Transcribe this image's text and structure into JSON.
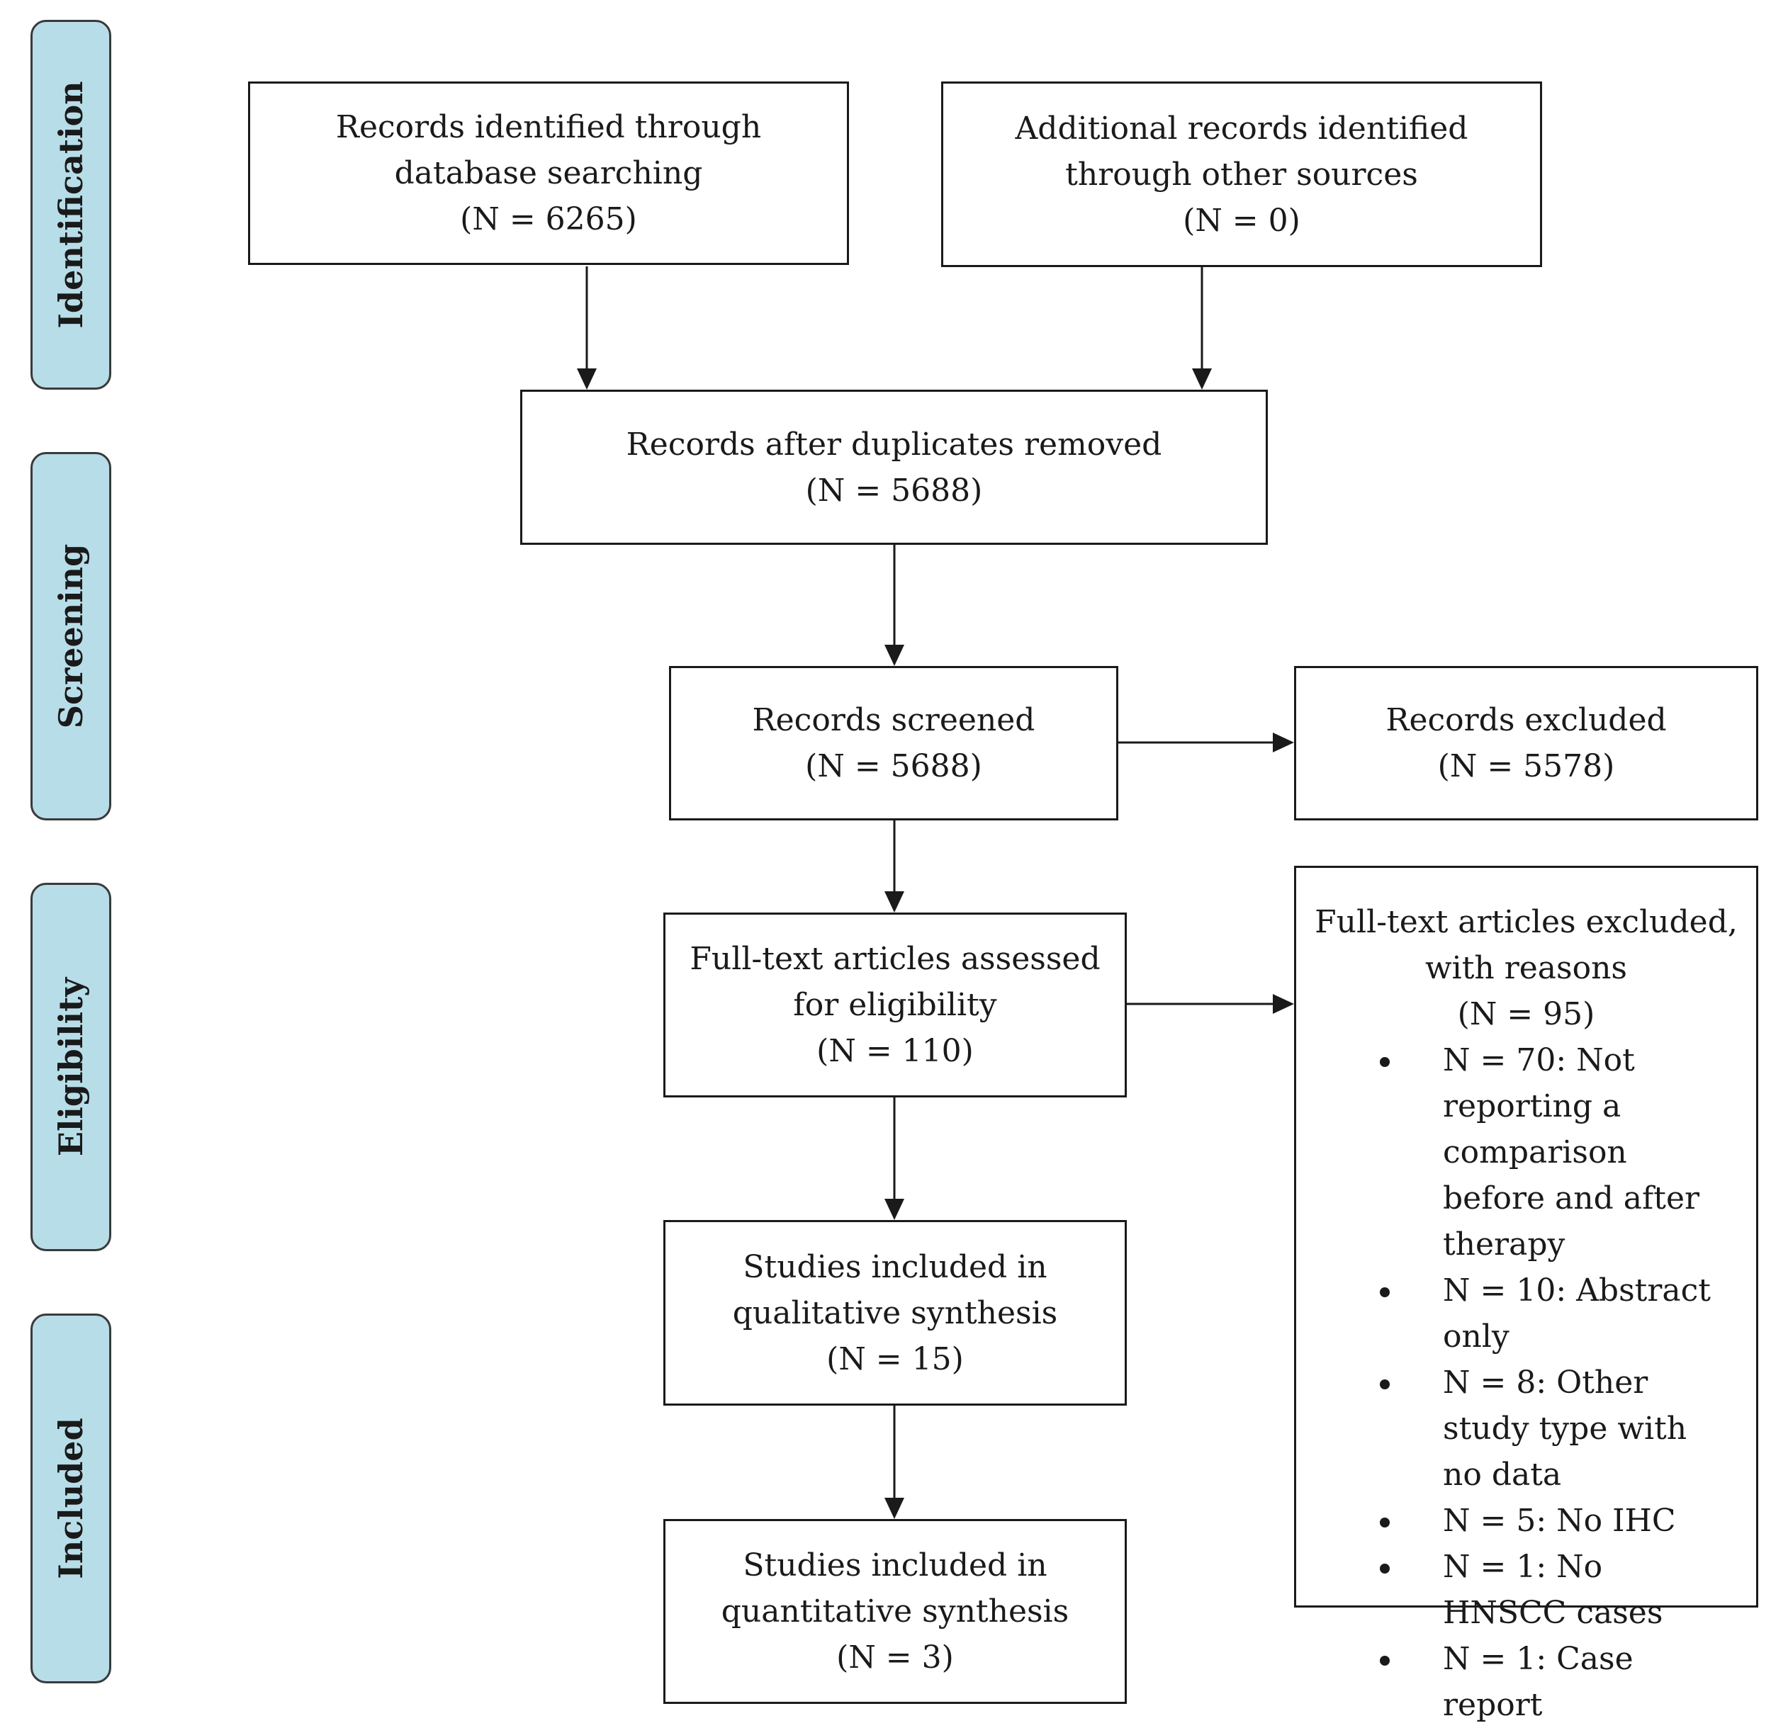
{
  "phases": {
    "identification": "Identification",
    "screening": "Screening",
    "eligibility": "Eligibility",
    "included": "Included"
  },
  "boxes": {
    "database_search": {
      "lines": [
        "Records identified through",
        "database searching"
      ],
      "count": "(N = 6265)"
    },
    "other_sources": {
      "lines": [
        "Additional records identified",
        "through other sources"
      ],
      "count": "(N = 0)"
    },
    "duplicates_removed": {
      "lines": [
        "Records after duplicates removed"
      ],
      "count": "(N = 5688)"
    },
    "screened": {
      "lines": [
        "Records screened"
      ],
      "count": "(N = 5688)"
    },
    "excluded": {
      "lines": [
        "Records excluded"
      ],
      "count": "(N = 5578)"
    },
    "fulltext_assessed": {
      "lines": [
        "Full-text articles assessed",
        "for eligibility"
      ],
      "count": "(N = 110)"
    },
    "fulltext_excluded": {
      "lines": [
        "Full-text articles excluded,",
        "with reasons"
      ],
      "count": "(N = 95)",
      "reasons": [
        "N = 70: Not reporting a comparison before and after therapy",
        "N = 10: Abstract only",
        "N = 8: Other study type with no data",
        "N = 5: No IHC",
        "N = 1: No HNSCC cases",
        "N = 1: Case report"
      ]
    },
    "qualitative": {
      "lines": [
        "Studies included in",
        "qualitative synthesis"
      ],
      "count": "(N = 15)"
    },
    "quantitative": {
      "lines": [
        "Studies included in",
        "quantitative synthesis"
      ],
      "count": "(N = 3)"
    }
  },
  "colors": {
    "phase_fill": "#b7dde8",
    "box_border": "#1a1a1a"
  }
}
